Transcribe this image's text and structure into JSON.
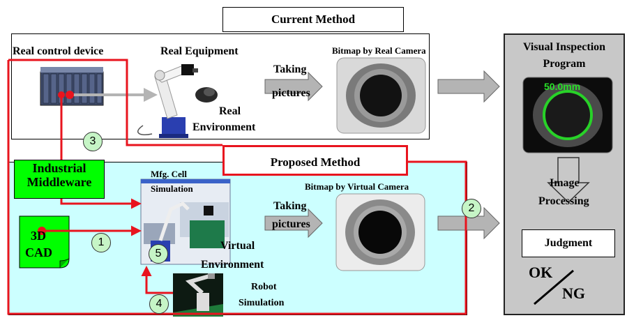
{
  "current_method": {
    "title": "Current Method",
    "real_control_device": "Real control device",
    "real_equipment": "Real Equipment",
    "real_environment_line1": "Real",
    "real_environment_line2": "Environment",
    "taking_pictures_line1": "Taking",
    "taking_pictures_line2": "pictures",
    "bitmap_label": "Bitmap by Real Camera"
  },
  "proposed_method": {
    "title": "Proposed Method",
    "industrial_middleware_line1": "Industrial",
    "industrial_middleware_line2": "Middleware",
    "mfg_cell_line1": "Mfg. Cell",
    "mfg_cell_line2": "Simulation",
    "cad_line1": "3D",
    "cad_line2": "CAD",
    "virtual_environment_line1": "Virtual",
    "virtual_environment_line2": "Environment",
    "taking_pictures_line1": "Taking",
    "taking_pictures_line2": "pictures",
    "bitmap_label": "Bitmap by Virtual Camera",
    "robot_sim_line1": "Robot",
    "robot_sim_line2": "Simulation"
  },
  "inspection": {
    "title_line1": "Visual Inspection",
    "title_line2": "Program",
    "measurement": "50.0mm",
    "image_processing_line1": "Image",
    "image_processing_line2": "Processing",
    "judgment": "Judgment",
    "ok": "OK",
    "ng": "NG"
  },
  "steps": [
    "1",
    "2",
    "3",
    "4",
    "5"
  ],
  "colors": {
    "red_line": "#e8141e",
    "green_box": "#00ff00",
    "proposed_bg": "#ccffff",
    "panel_gray": "#c8c8c8",
    "arrow_gray": "#b4b4b4"
  }
}
